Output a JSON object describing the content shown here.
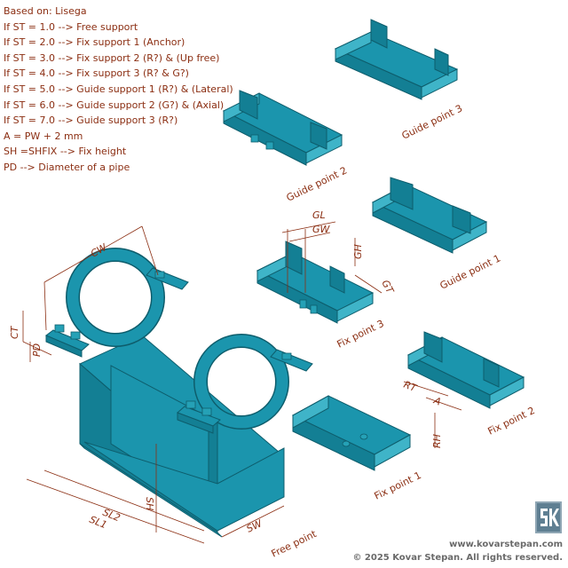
{
  "legend": [
    "Based on: Lisega",
    "If ST = 1.0  --> Free support",
    "If ST = 2.0 --> Fix support 1 (Anchor)",
    "If ST = 3.0 --> Fix support 2 (R?) & (Up free)",
    "If ST = 4.0 --> Fix support 3 (R? & G?)",
    "If ST = 5.0 --> Guide support 1 (R?) & (Lateral)",
    "If ST = 6.0 --> Guide support 2 (G?) & (Axial)",
    "If ST = 7.0 --> Guide support 3 (R?)",
    "A = PW + 2 mm",
    "SH =SHFIX --> Fix height",
    "PD --> Diameter of a pipe"
  ],
  "labels": {
    "guide_point_3": "Guide point 3",
    "guide_point_2": "Guide point 2",
    "guide_point_1": "Guide point 1",
    "fix_point_3": "Fix point 3",
    "fix_point_2": "Fix point 2",
    "fix_point_1": "Fix point 1",
    "free_point": "Free point"
  },
  "dimensions": {
    "cw": "CW",
    "ct": "CT",
    "pd": "PD",
    "sl2": "SL2",
    "sl1": "SL1",
    "sh": "SH",
    "sw": "SW",
    "gl": "GL",
    "gw": "GW",
    "gh": "GH",
    "gt": "GT",
    "rt": "RT",
    "a": "A",
    "rh": "RH"
  },
  "footer": {
    "site": "www.kovarstepan.com",
    "copyright": "© 2025 Kovar Stepan. All rights reserved."
  },
  "colors": {
    "part": "#1b95ad",
    "part_dark": "#137f94",
    "part_light": "#3fb4c8",
    "outline": "#0e5d6c",
    "annotation": "#8b2e12",
    "footer": "#6a6a6a"
  }
}
